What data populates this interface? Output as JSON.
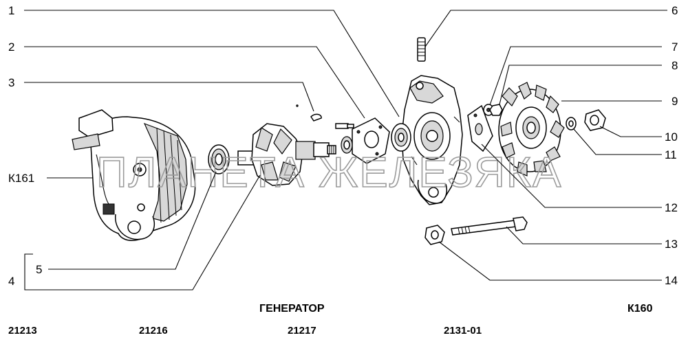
{
  "diagram": {
    "title": "ГЕНЕРАТОР",
    "code": "К160",
    "watermark": "ПЛАНЕТА ЖЕЛЕЗЯКА",
    "callouts": {
      "c1": "1",
      "c2": "2",
      "c3": "3",
      "c4": "4",
      "c5": "5",
      "c6": "6",
      "c7": "7",
      "c8": "8",
      "c9": "9",
      "c10": "10",
      "c11": "11",
      "c12": "12",
      "c13": "13",
      "c14": "14",
      "k161": "К161"
    },
    "models": [
      "21213",
      "21216",
      "21217",
      "2131-01"
    ]
  }
}
